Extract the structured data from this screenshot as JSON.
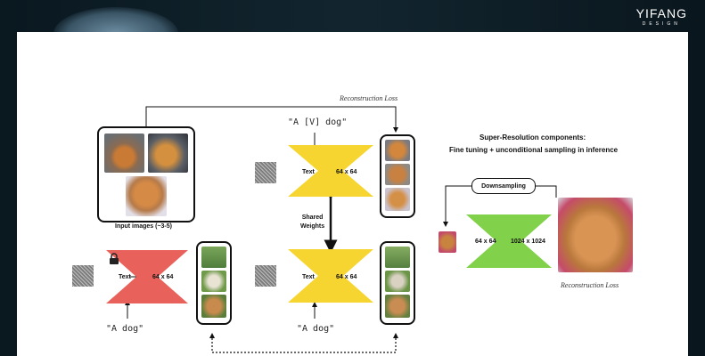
{
  "brand": {
    "name": "YIFANG",
    "tagline": "DESIGN"
  },
  "diagram": {
    "reconstruction_loss_top": "Reconstruction Loss",
    "reconstruction_loss_bottom": "Reconstruction Loss",
    "input_images_label": "Input images (~3-5)",
    "prompt_v_dog": "\"A [V] dog\"",
    "prompt_a_dog_left": "\"A dog\"",
    "prompt_a_dog_mid": "\"A dog\"",
    "text_label": "Text",
    "res_64": "64 x 64",
    "res_1024": "1024 x 1024",
    "shared_weights": "Shared\nWeights",
    "sr_title": "Super-Resolution components:",
    "sr_subtitle": "Fine tuning + unconditional sampling in inference",
    "downsampling": "Downsampling"
  },
  "colors": {
    "frozen_model": "#e8625b",
    "finetuned_model": "#f7d531",
    "sr_model": "#82d14a"
  }
}
